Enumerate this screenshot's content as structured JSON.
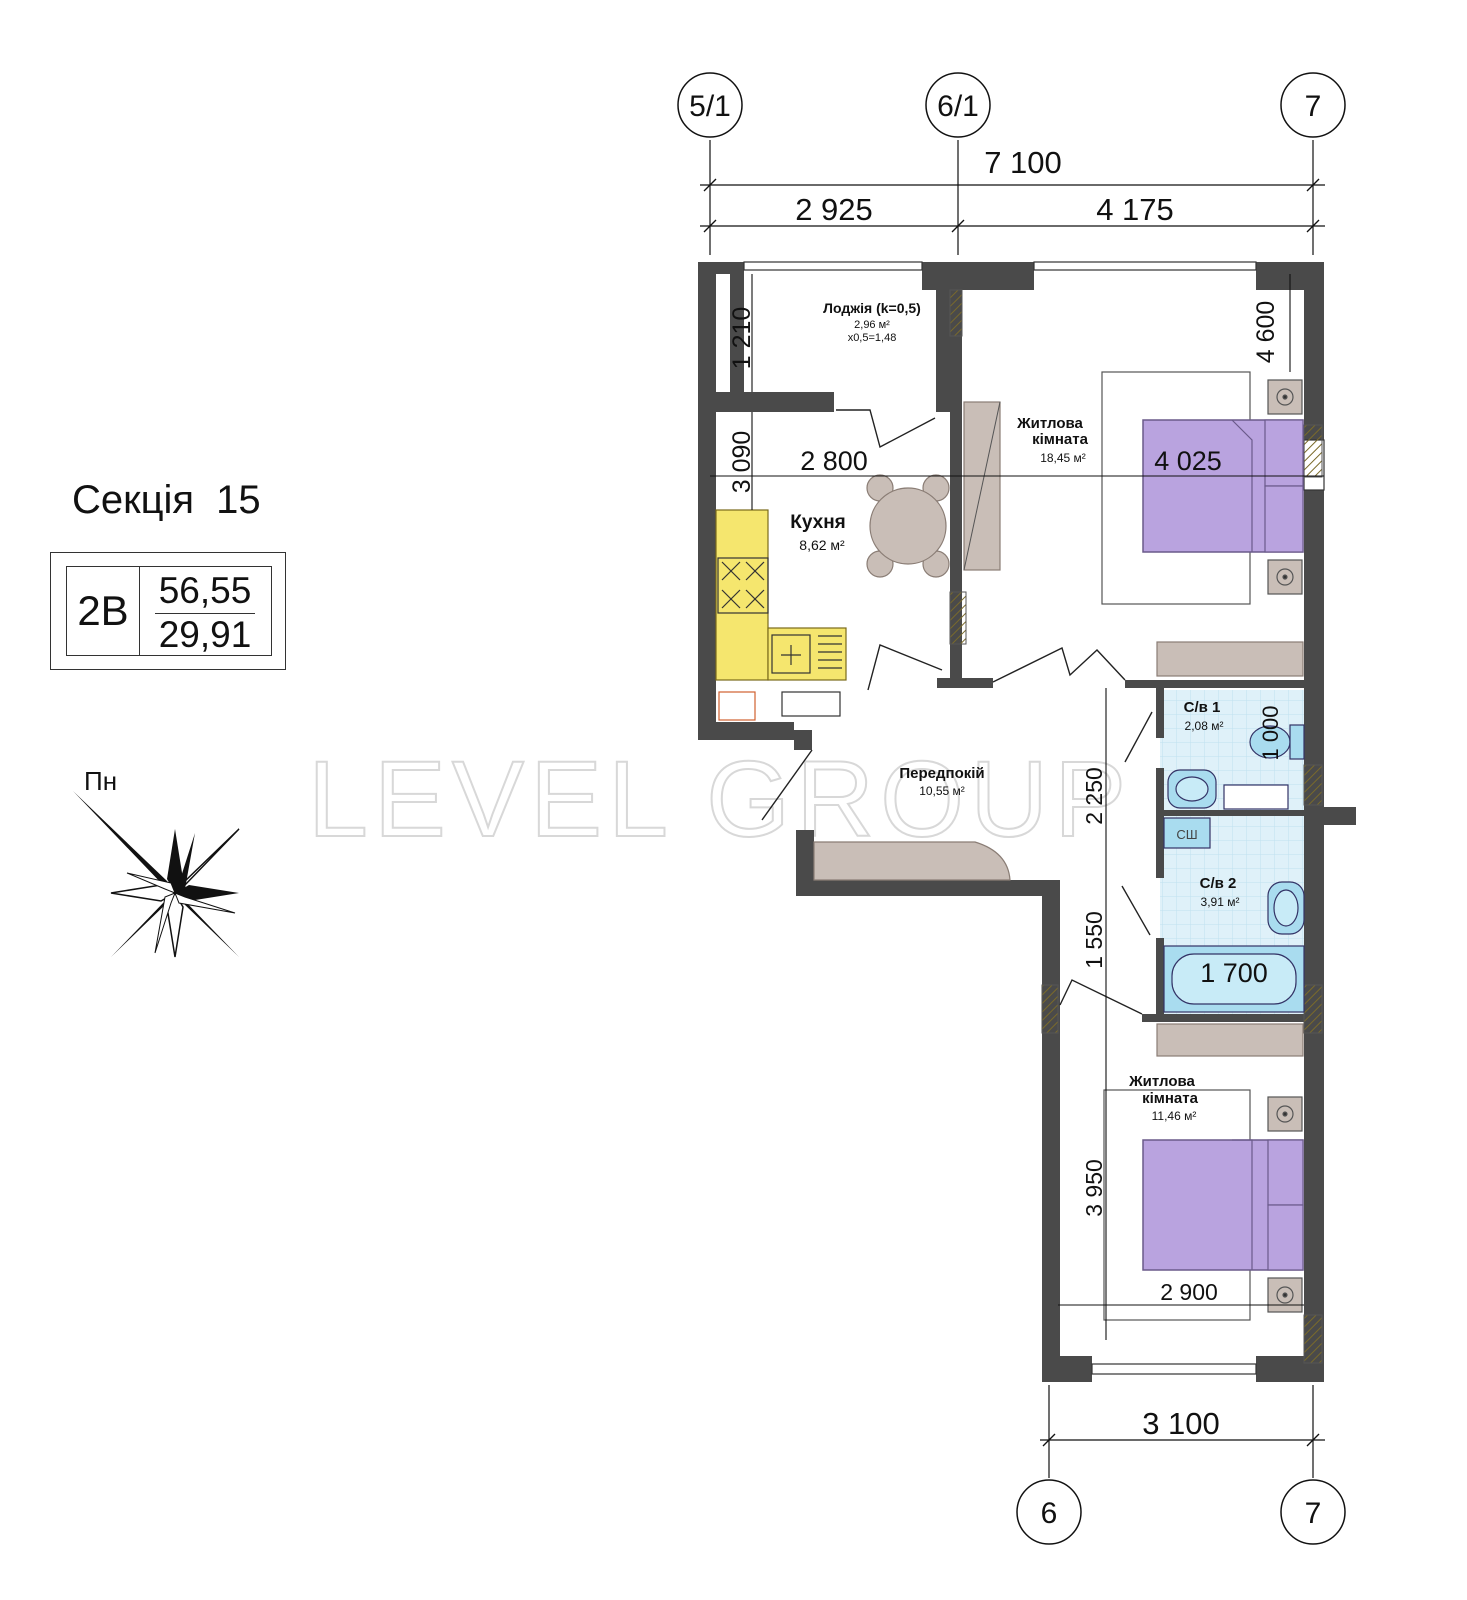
{
  "section": {
    "label": "Секція",
    "number": "15"
  },
  "unit": {
    "code": "2В",
    "total_area": "56,55",
    "living_area": "29,91"
  },
  "compass": {
    "label": "Пн",
    "icon": "north-compass-rose-icon"
  },
  "watermark": {
    "text": "LEVEL GROUP"
  },
  "axes": {
    "top": [
      "5/1",
      "6/1",
      "7"
    ],
    "bottom": [
      "6",
      "7"
    ]
  },
  "dimensions": {
    "overall_width": "7 100",
    "left_span": "2 925",
    "right_span": "4 175",
    "loggia_depth": "1 210",
    "kitchen_depth": "3 090",
    "kitchen_width": "2 800",
    "living1_width": "4 025",
    "living1_depth": "4 600",
    "bath1_depth": "1 000",
    "hall_depth": "2 250",
    "bath2_depth": "1 550",
    "bathtub_length": "1 700",
    "living2_depth": "3 950",
    "living2_width": "2 900",
    "bottom_width": "3 100"
  },
  "rooms": {
    "loggia": {
      "name": "Лоджія (k=0,5)",
      "area": "2,96 м²",
      "coef": "x0,5=1,48"
    },
    "living1": {
      "name1": "Житлова",
      "name2": "кімната",
      "area": "18,45 м²"
    },
    "kitchen": {
      "name": "Кухня",
      "area": "8,62 м²"
    },
    "hall": {
      "name": "Передпокій",
      "area": "10,55 м²"
    },
    "bath1": {
      "name": "С/в 1",
      "area": "2,08 м²"
    },
    "bath2": {
      "name": "С/в 2",
      "area": "3,91 м²"
    },
    "living2": {
      "name1": "Житлова",
      "name2": "кімната",
      "area": "11,46 м²"
    }
  },
  "fixtures": {
    "washer_label": "СШ"
  },
  "colors": {
    "wall": "#4a4a4a",
    "bed": "#b9a3df",
    "kitchen": "#f5e66e",
    "sanitary": "#a9dcef",
    "furniture": "#c9beb7",
    "tile": "#d6eef8"
  }
}
